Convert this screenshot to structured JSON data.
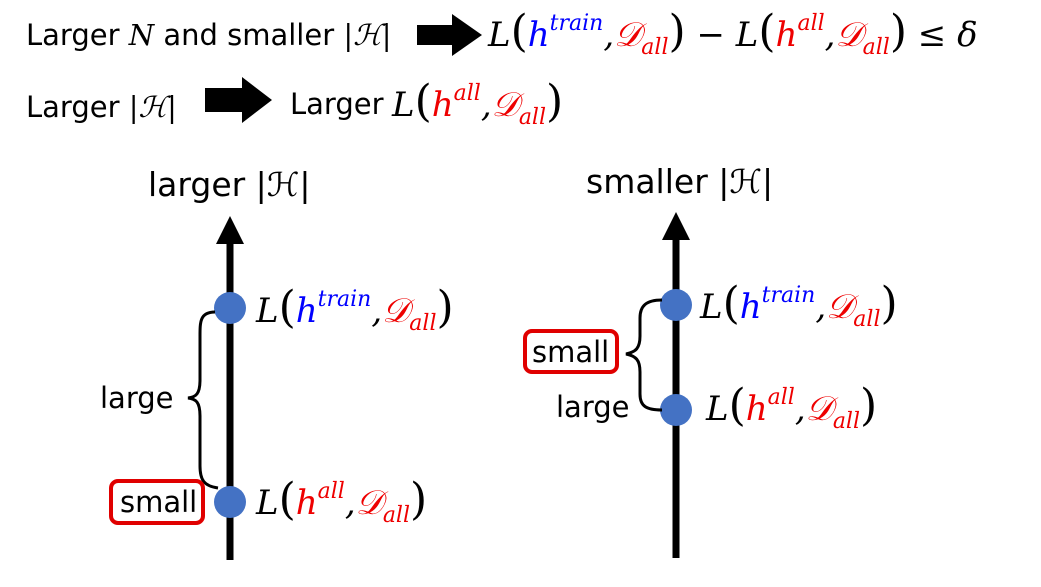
{
  "colors": {
    "blue": "#0000ff",
    "red": "#ee0000",
    "dot": "#4472c4",
    "box": "#e00000",
    "ink": "#000000"
  },
  "line1": {
    "prefix": "Larger",
    "N": "N",
    "mid": "and smaller",
    "H": "|ℋ|",
    "L1": "L",
    "h1": "h",
    "sup_train": "train",
    "D1": "𝒟",
    "sub1": "all",
    "minus": "−",
    "L2": "L",
    "h2": "h",
    "sup_all": "all",
    "D2": "𝒟",
    "sub2": "all",
    "leq": "≤",
    "delta": "δ"
  },
  "line2": {
    "prefix": "Larger",
    "H": "|ℋ|",
    "result": "Larger",
    "L": "L",
    "h": "h",
    "sup": "all",
    "D": "𝒟",
    "sub": "all"
  },
  "left": {
    "title": "larger |ℋ|",
    "top_label": {
      "L": "L",
      "h": "h",
      "sup": "train",
      "D": "𝒟",
      "sub": "all"
    },
    "bottom_label": {
      "L": "L",
      "h": "h",
      "sup": "all",
      "D": "𝒟",
      "sub": "all"
    },
    "brace_label": "large",
    "boxed_label": "small"
  },
  "right": {
    "title": "smaller |ℋ|",
    "top_label": {
      "L": "L",
      "h": "h",
      "sup": "train",
      "D": "𝒟",
      "sub": "all"
    },
    "bottom_label": {
      "L": "L",
      "h": "h",
      "sup": "all",
      "D": "𝒟",
      "sub": "all"
    },
    "brace_label": "large",
    "boxed_label": "small"
  }
}
